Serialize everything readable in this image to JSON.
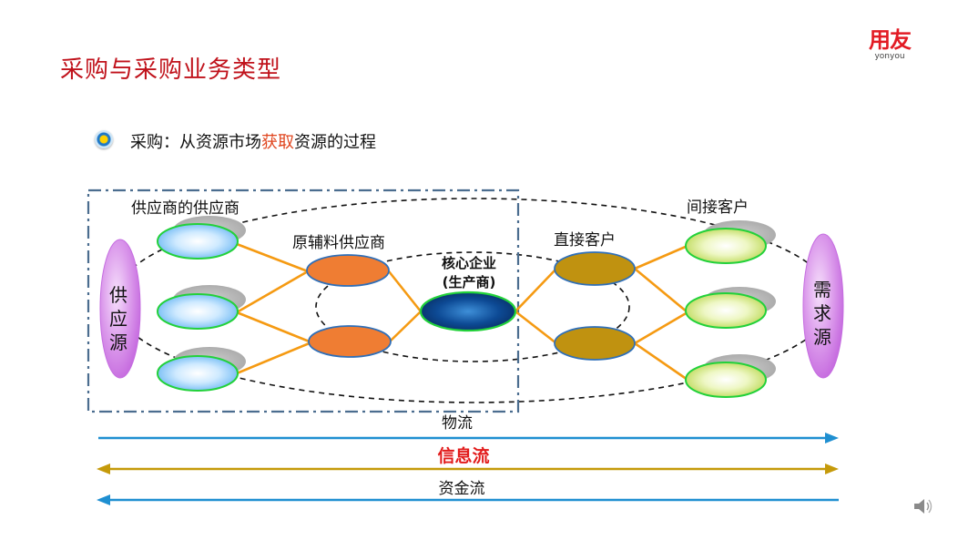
{
  "page_title": "采购与采购业务类型",
  "logo": {
    "cn": "用友",
    "en": "yonyou"
  },
  "intro": {
    "prefix": "采购：从资源市场",
    "highlight": "获取",
    "suffix": "资源的过程"
  },
  "diagram": {
    "supply_source": [
      "供",
      "应",
      "源"
    ],
    "demand_source": [
      "需",
      "求",
      "源"
    ],
    "label_supplier_of_supplier": "供应商的供应商",
    "label_raw_material_supplier": "原辅料供应商",
    "label_core_line1": "核心企业",
    "label_core_line2": "(生产商)",
    "label_direct_customer": "直接客户",
    "label_indirect_customer": "间接客户"
  },
  "flows": {
    "logistics": "物流",
    "information": "信息流",
    "capital": "资金流"
  },
  "colors": {
    "title_red": "#c0121b",
    "highlight": "#e0461f",
    "blue_arrow": "#1f8fd1",
    "gold_arrow": "#c59a0a",
    "orange_line": "#f59a12",
    "purple_source": "#d27ee6",
    "raw_supplier": "#ef7d33",
    "direct_customer": "#c09210",
    "core": "#0d3f86"
  }
}
